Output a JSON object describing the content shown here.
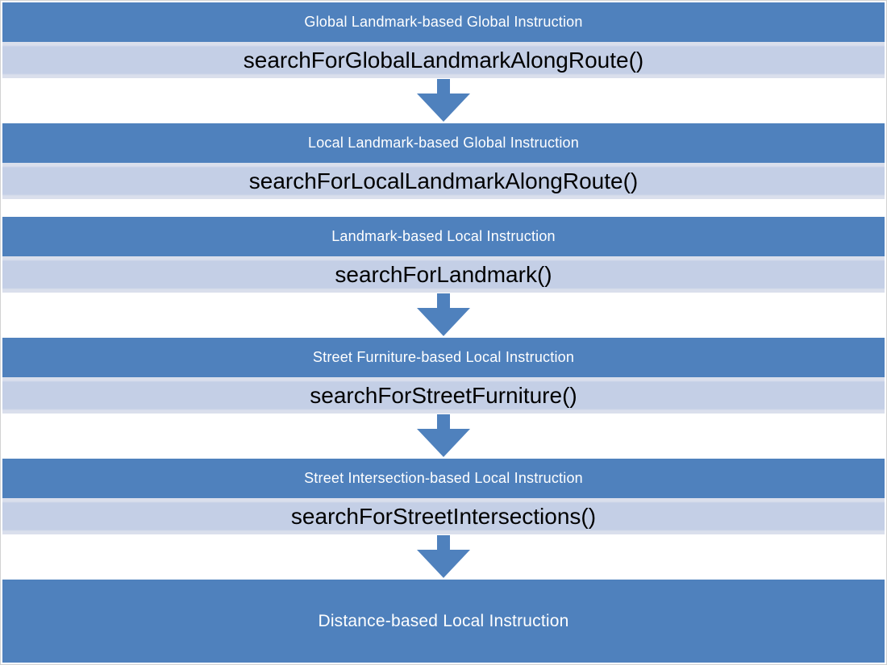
{
  "diagram": {
    "title": "Instruction generation flowchart",
    "colors": {
      "header_bg": "#4f81bd",
      "body_bg": "#c4cfe6",
      "body_edge": "#dadfec",
      "arrow": "#4f81bd",
      "header_text": "#ffffff",
      "body_text": "#000000",
      "canvas_bg": "#ffffff",
      "frame_border": "#d2d2d2"
    },
    "sections": [
      {
        "title": "Global Landmark-based Global Instruction",
        "method": "searchForGlobalLandmarkAlongRoute()"
      },
      {
        "title": "Local Landmark-based Global Instruction",
        "method": "searchForLocalLandmarkAlongRoute()"
      },
      {
        "title": "Landmark-based Local Instruction",
        "method": "searchForLandmark()"
      },
      {
        "title": "Street Furniture-based Local Instruction",
        "method": "searchForStreetFurniture()"
      },
      {
        "title": "Street Intersection-based Local Instruction",
        "method": "searchForStreetIntersections()"
      },
      {
        "title": "Distance-based Local Instruction"
      }
    ],
    "connector_icon": "down-arrow"
  }
}
